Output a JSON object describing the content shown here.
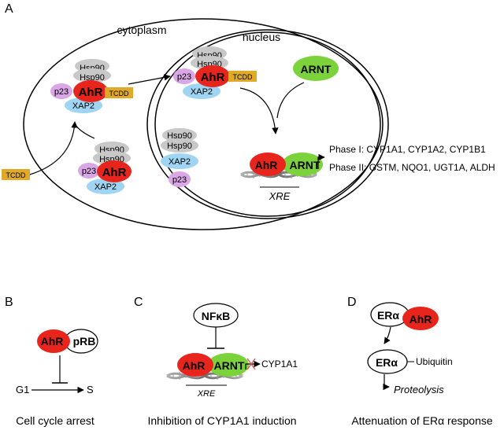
{
  "panels": {
    "a": {
      "letter": "A",
      "cytoplasm": "cytoplasm",
      "nucleus": "nucleus",
      "hsp90": "Hsp90",
      "ahr": "AhR",
      "p23": "p23",
      "xap2": "XAP2",
      "tcdd": "TCDD",
      "arnt": "ARNT",
      "xre": "XRE",
      "phase1": "Phase I:  CYP1A1,  CYP1A2,  CYP1B1",
      "phase2": "Phase II:  GSTM,  NQO1,  UGT1A,   ALDH"
    },
    "b": {
      "letter": "B",
      "ahr": "AhR",
      "prb": "pRB",
      "g1": "G1",
      "s": "S",
      "caption": "Cell cycle arrest"
    },
    "c": {
      "letter": "C",
      "nfkb": "NFκB",
      "ahr": "AhR",
      "arnt": "ARNT",
      "cyp": "CYP1A1",
      "xre": "XRE",
      "caption": "Inhibition of CYP1A1 induction"
    },
    "d": {
      "letter": "D",
      "er": "ERα",
      "ahr": "AhR",
      "ubiquitin": "Ubiquitin",
      "proteolysis": "Proteolysis",
      "caption": "Attenuation of ERα response"
    }
  },
  "colors": {
    "ahr": "#e8251c",
    "arnt": "#7bd23a",
    "p23": "#d9a6e6",
    "xap2": "#9fd4f2",
    "hsp90": "#c8c8c8",
    "tcdd": "#e0a928",
    "inhibit_x": "#e05050"
  }
}
